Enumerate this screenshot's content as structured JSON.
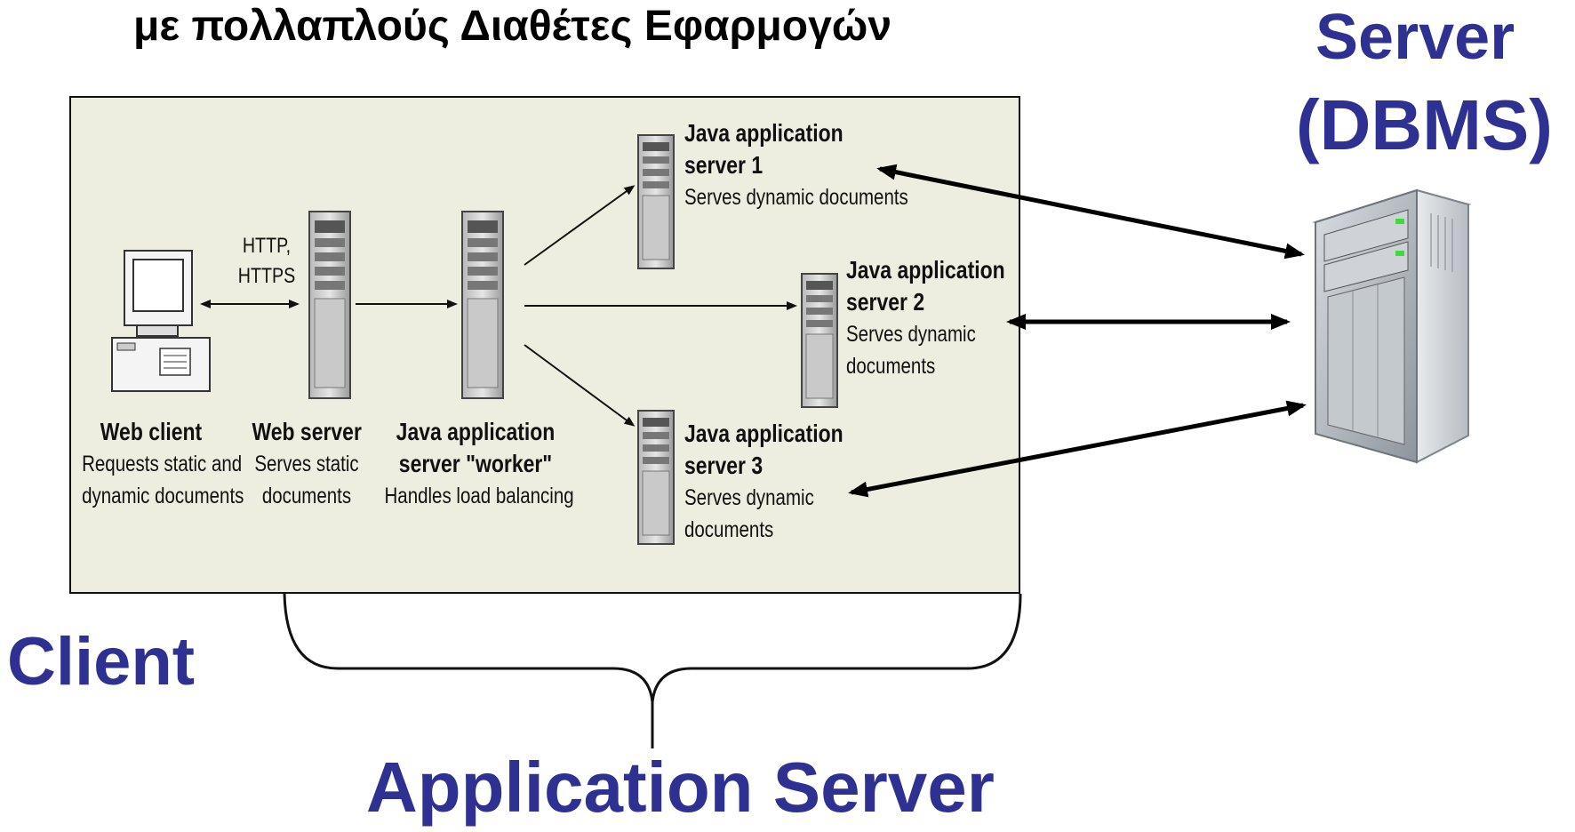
{
  "heading": "με πολλαπλούς Διαθέτες Εφαρμογών",
  "labels": {
    "server_line1": "Server",
    "server_line2": "(DBMS)",
    "client": "Client",
    "application_server": "Application Server"
  },
  "diagram": {
    "protocol_line1": "HTTP,",
    "protocol_line2": "HTTPS",
    "web_client": {
      "title": "Web client",
      "desc1": "Requests static and",
      "desc2": "dynamic documents"
    },
    "web_server": {
      "title": "Web server",
      "desc1": "Serves static",
      "desc2": "documents"
    },
    "worker": {
      "title1": "Java application",
      "title2": "server \"worker\"",
      "desc1": "Handles load balancing"
    },
    "app1": {
      "title1": "Java application",
      "title2": "server 1",
      "desc1": "Serves dynamic documents"
    },
    "app2": {
      "title1": "Java application",
      "title2": "server 2",
      "desc1": "Serves dynamic",
      "desc2": "documents"
    },
    "app3": {
      "title1": "Java application",
      "title2": "server 3",
      "desc1": "Serves dynamic",
      "desc2": "documents"
    }
  },
  "colors": {
    "label_blue": "#2e3192",
    "panel_bg": "#eeeee0"
  }
}
